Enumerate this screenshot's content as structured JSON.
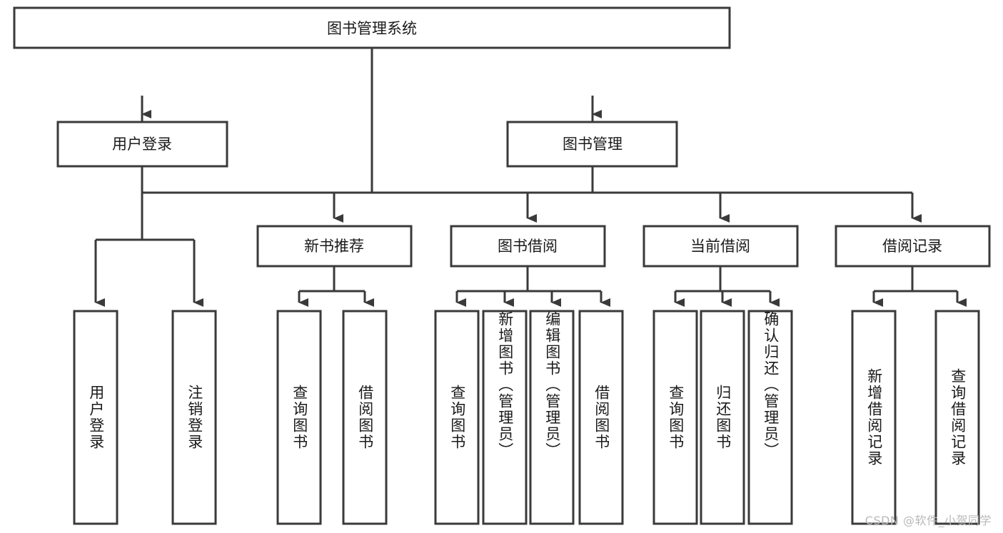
{
  "diagram": {
    "title": "图书管理系统",
    "type": "hierarchy-tree",
    "orientation": "top-down",
    "colors": {
      "box_stroke": "#3a3a3a",
      "box_fill": "#ffffff",
      "text": "#1a1a1a",
      "background": "#ffffff",
      "watermark": "#b9b9b9"
    },
    "root": {
      "label": "图书管理系统"
    },
    "level2": [
      {
        "label": "用户登录"
      },
      {
        "label": "图书管理"
      }
    ],
    "level3": [
      {
        "label": "新书推荐"
      },
      {
        "label": "图书借阅"
      },
      {
        "label": "当前借阅"
      },
      {
        "label": "借阅记录"
      }
    ],
    "leaves": {
      "user_login": [
        {
          "label": "用户登录"
        },
        {
          "label": "注销登录"
        }
      ],
      "new_book_recommend": [
        {
          "label": "查询图书"
        },
        {
          "label": "借阅图书"
        }
      ],
      "book_borrow": [
        {
          "label": "查询图书"
        },
        {
          "label": "新增图书（管理员）"
        },
        {
          "label": "编辑图书（管理员）"
        },
        {
          "label": "借阅图书"
        }
      ],
      "current_borrow": [
        {
          "label": "查询图书"
        },
        {
          "label": "归还图书"
        },
        {
          "label": "确认归还（管理员）"
        }
      ],
      "borrow_record": [
        {
          "label": "新增借阅记录"
        },
        {
          "label": "查询借阅记录"
        }
      ]
    }
  },
  "watermark": {
    "text": "CSDN @软件_小贺同学"
  }
}
